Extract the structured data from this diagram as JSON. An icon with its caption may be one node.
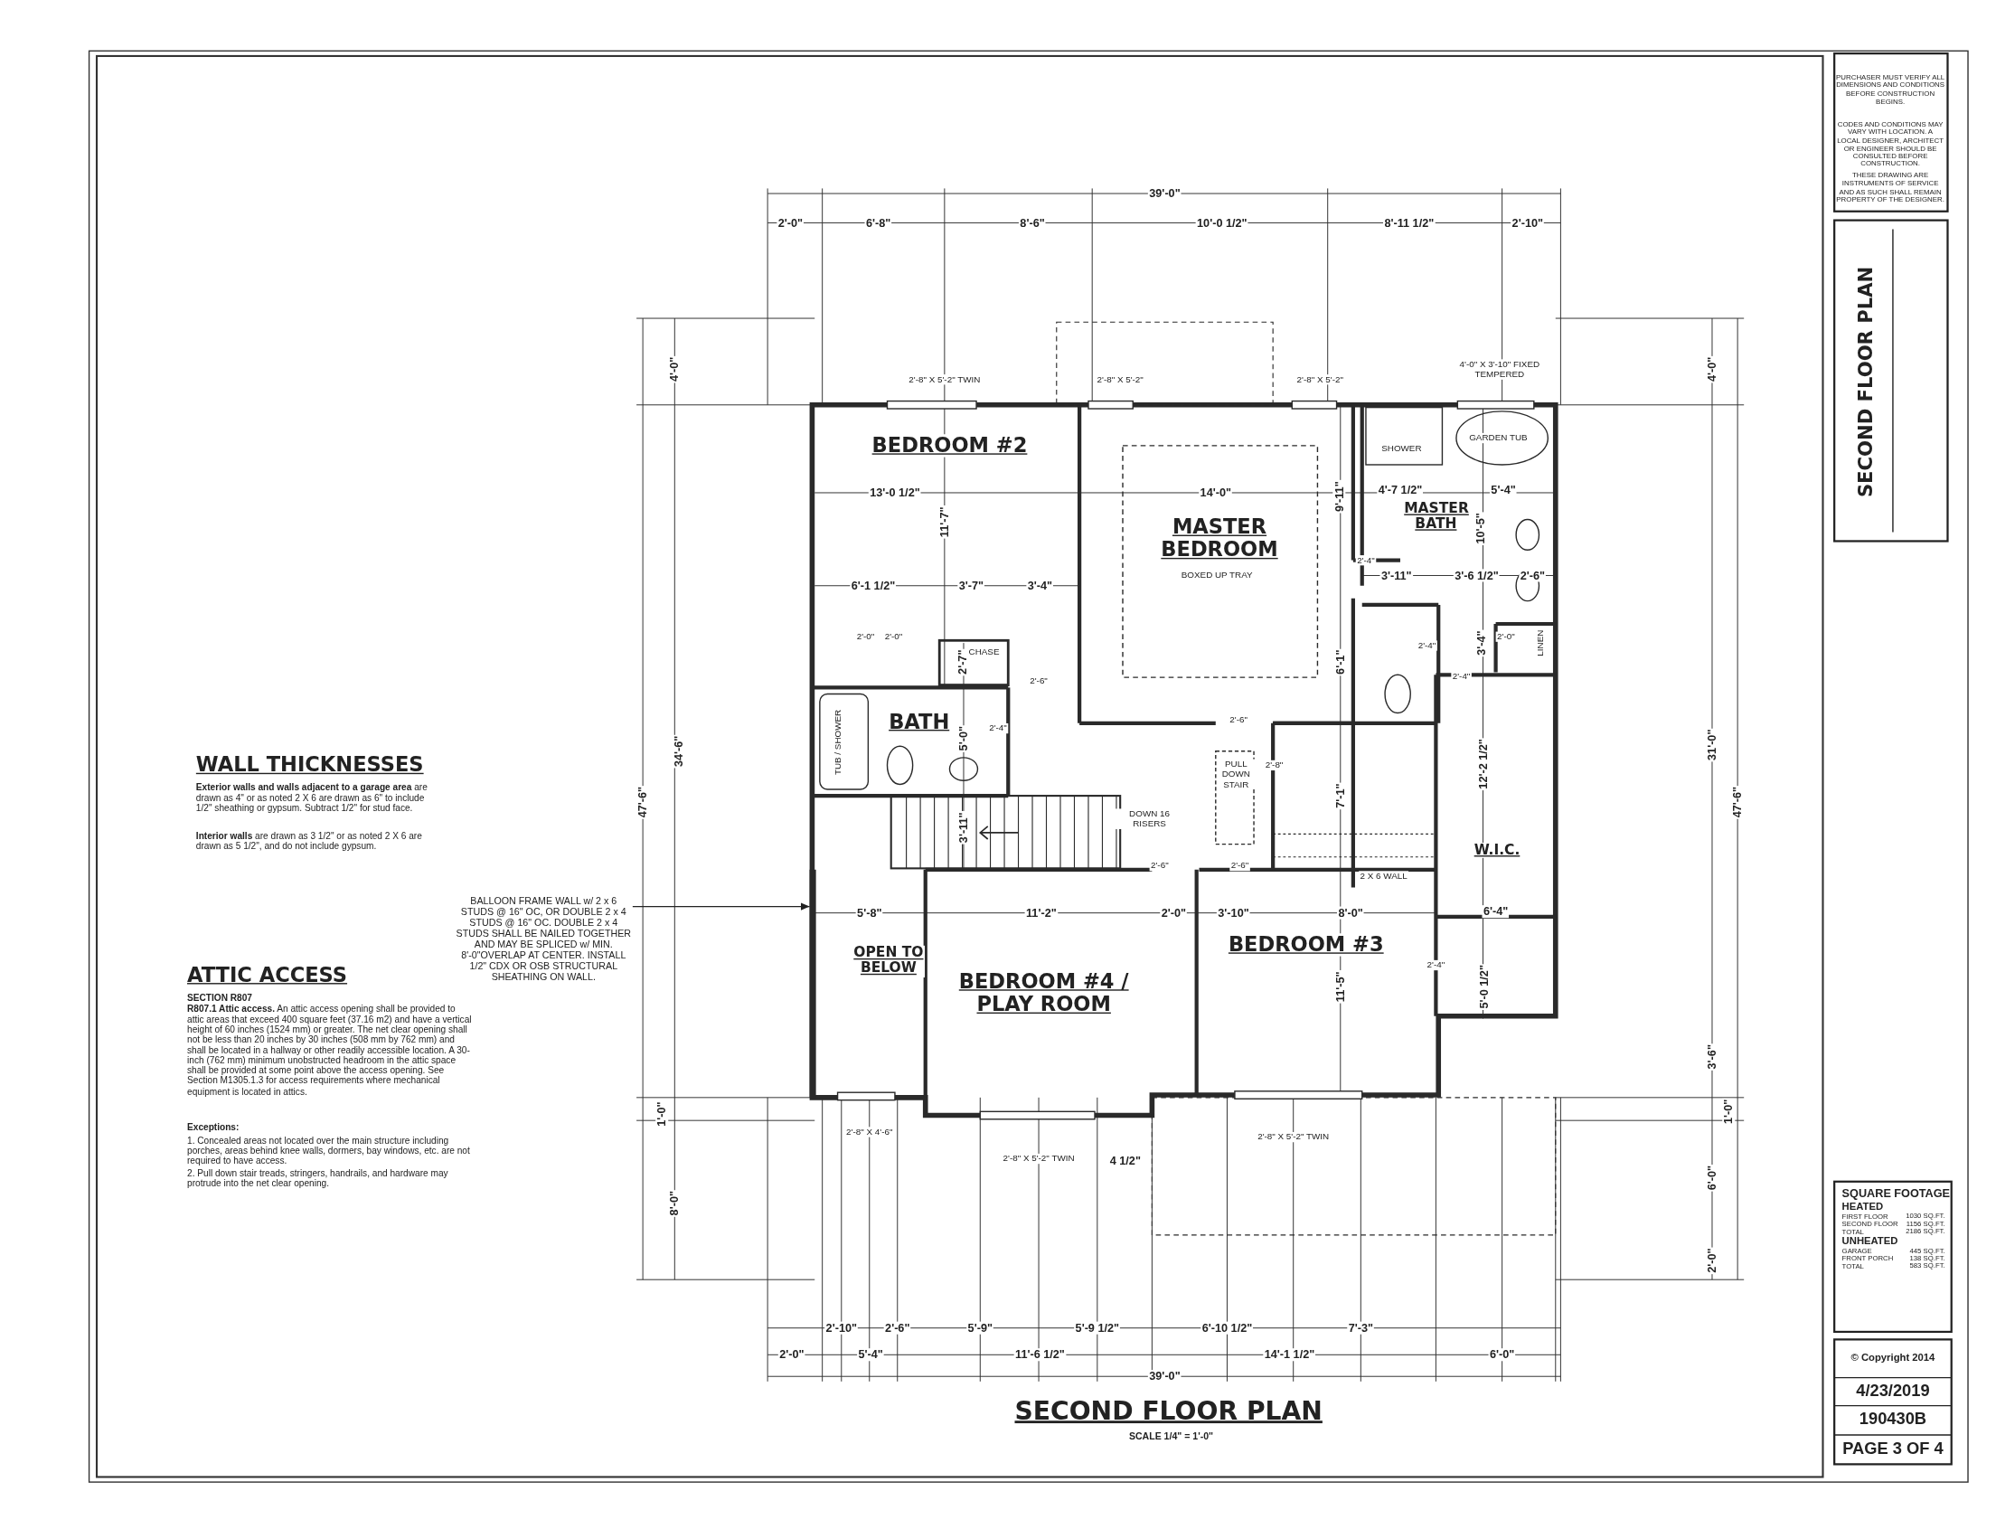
{
  "diagram": {
    "title": "SECOND FLOOR PLAN",
    "caption": "SCALE 1/4\" = 1'-0\"",
    "nodes": [
      {
        "text": [
          "BALLOON FRAME WALL w/ 2 x 6 STUDS @ 16\" OC, OR DOUBLE 2 x 4 STUDS @ 16\" OC. DOUBLE 2 x 4 STUDS SHALL BE NAILED TOGETHER AND MAY BE SPLICED w/ MIN. 8'-0\"OVERLAP AT CENTER. INSTALL 1/2\" CDX OR OSB STRUCTURAL SHEATHING ON WALL."
        ]
      },
      {
        "text": [],
        "shape": "bar"
      }
    ],
    "edges": [
      {
        "from": 0,
        "to": 1,
        "arrow": "to"
      }
    ],
    "labels": [
      "39'-0\"",
      "2'-0\"",
      "6'-8\"",
      "8'-6\"",
      "10'-0 1/2\"",
      "8'-11 1/2\"",
      "2'-10\"",
      "2'-8\" X 5'-2\" TWIN",
      "2'-8\" X 5'-2\"",
      "2'-8\" X 5'-2\"",
      "4'-0\" X 3'-10\" FIXED TEMPERED",
      "4'-0\"",
      "34'-6\"",
      "47'-6\"",
      "1'-0\"",
      "8'-0\"",
      "4'-0\"",
      "31'-0\"",
      "47'-6\"",
      "3'-6\"",
      "1'-0\"",
      "6'-0\"",
      "2'-0\"",
      "BEDROOM #2",
      "MASTER BEDROOM",
      "BOXED UP TRAY",
      "SHOWER",
      "GARDEN TUB",
      "MASTER BATH",
      "13'-0 1/2\"",
      "14'-0\"",
      "9'-11\"",
      "4'-7 1/2\"",
      "5'-4\"",
      "11'-7\"",
      "10'-5\"",
      "6'-1 1/2\"",
      "3'-7\"",
      "3'-4\"",
      "2'-4\"",
      "3'-11\"",
      "3'-6 1/2\"",
      "2'-6\"",
      "2'-0\"",
      "2'-0\"",
      "2'-7\"",
      "CHASE",
      "2'-6\"",
      "2'-4\"",
      "3'-4\"",
      "2'-0\"",
      "LINEN",
      "6'-1\"",
      "2'-4\"",
      "BATH",
      "TUB / SHOWER",
      "2'-4\"",
      "5'-0\"",
      "2'-6\"",
      "PULL DOWN STAIR",
      "2'-8\"",
      "7'-1\"",
      "12'-2 1/2\"",
      "DOWN 16 RISERS",
      "3'-11\"",
      "W.I.C.",
      "2'-6\"",
      "2'-6\"",
      "2 X 6 WALL",
      "5'-8\"",
      "11'-2\"",
      "2'-0\"",
      "3'-10\"",
      "8'-0\"",
      "6'-4\"",
      "BEDROOM #3",
      "2'-4\"",
      "OPEN TO BELOW",
      "BEDROOM #4 / PLAY ROOM",
      "11'-5\"",
      "5'-0 1/2\"",
      "2'-8\" X 4'-6\"",
      "2'-8\" X 5'-2\" TWIN",
      "2'-8\" X 5'-2\" TWIN",
      "4 1/2\"",
      "2'-10\"",
      "2'-6\"",
      "5'-9\"",
      "5'-9 1/2\"",
      "6'-10 1/2\"",
      "7'-3\"",
      "2'-0\"",
      "5'-4\"",
      "11'-6 1/2\"",
      "14'-1 1/2\"",
      "6'-0\"",
      "39'-0\"",
      "WALL THICKNESSES",
      "**Exterior walls and walls adjacent to a garage area** are drawn as 4\" or as noted 2 X 6 are drawn as 6\" to include 1/2\" sheathing or gypsum. Subtract 1/2\" for stud face.",
      "**Interior walls** are drawn as 3 1/2\" or as noted 2 X 6 are drawn as 5 1/2\", and do not include gypsum.",
      "ATTIC ACCESS",
      "SECTION R807",
      "**R807.1 Attic access.** An attic access opening shall be provided to attic areas that exceed 400 square feet (37.16 m2) and have a vertical height of 60 inches (1524 mm) or greater. The net clear opening shall not be less than 20 inches by 30 inches (508 mm by 762 mm) and shall be located in a hallway or other readily accessible location. A 30-inch (762 mm) minimum unobstructed headroom in the attic space shall be provided at some point above the access opening. See Section M1305.1.3 for access requirements where mechanical equipment is located in attics.",
      "Exceptions:",
      "1. Concealed areas not located over the main structure including porches, areas behind knee walls, dormers, bay windows, etc. are not required to have access.",
      "2. Pull down stair treads, stringers, handrails, and hardware may protrude into the net clear opening.",
      "PURCHASER MUST VERIFY ALL DIMENSIONS AND CONDITIONS BEFORE CONSTRUCTION BEGINS.",
      "CODES AND CONDITIONS MAY VARY WITH LOCATION. A LOCAL DESIGNER, ARCHITECT OR ENGINEER SHOULD BE CONSULTED BEFORE CONSTRUCTION.",
      "THESE DRAWING ARE INSTRUMENTS OF SERVICE AND AS SUCH SHALL REMAIN PROPERTY OF THE DESIGNER.",
      "SECOND FLOOR PLAN",
      "SQUARE FOOTAGE",
      "HEATED",
      "FIRST FLOOR",
      "1030 SQ.FT.",
      "SECOND FLOOR",
      "1156 SQ.FT.",
      "TOTAL",
      "2186 SQ.FT.",
      "UNHEATED",
      "GARAGE",
      "445 SQ.FT.",
      "FRONT PORCH",
      "138 SQ.FT.",
      "TOTAL",
      "583 SQ.FT.",
      "© Copyright 2014",
      "4/23/2019",
      "190430B",
      "PAGE 3 OF 4"
    ]
  }
}
